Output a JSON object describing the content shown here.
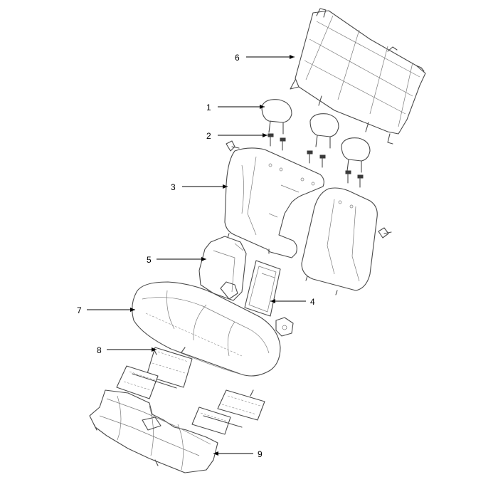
{
  "callouts": [
    {
      "id": "1",
      "label": "1"
    },
    {
      "id": "2",
      "label": "2"
    },
    {
      "id": "3",
      "label": "3"
    },
    {
      "id": "4",
      "label": "4"
    },
    {
      "id": "5",
      "label": "5"
    },
    {
      "id": "6",
      "label": "6"
    },
    {
      "id": "7",
      "label": "7"
    },
    {
      "id": "8",
      "label": "8"
    },
    {
      "id": "9",
      "label": "9"
    }
  ],
  "colors": {
    "line": "#4a4a4a",
    "leader": "#000000",
    "background": "#ffffff"
  }
}
